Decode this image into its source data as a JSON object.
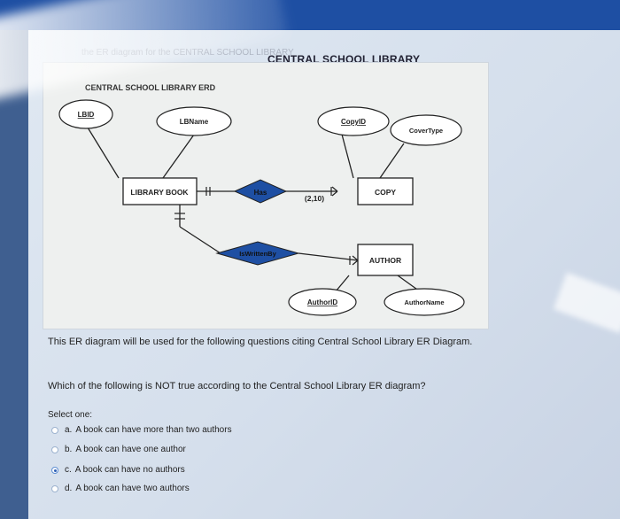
{
  "header": {
    "title": "CENTRAL SCHOOL LIBRARY",
    "faded_text": "the ER diagram for the CENTRAL SCHOOL LIBRARY"
  },
  "erd": {
    "title": "CENTRAL SCHOOL LIBRARY ERD",
    "entities": {
      "library_book": "LIBRARY BOOK",
      "copy": "COPY",
      "author": "AUTHOR"
    },
    "attributes": {
      "lbid": "LBID",
      "lbname": "LBName",
      "copyid": "CopyID",
      "covertype": "CoverType",
      "authorid": "AuthorID",
      "authorname": "AuthorName"
    },
    "relationships": {
      "has": "Has",
      "iswrittenby": "IsWrittenBy"
    },
    "cardinality": "(2,10)"
  },
  "content": {
    "caption": "This ER diagram will be used for the following questions citing Central School Library ER Diagram.",
    "question": "Which of the following is NOT true according to the Central School Library ER diagram?",
    "select_label": "Select one:",
    "options": [
      {
        "letter": "a.",
        "text": "A book can have more than two authors",
        "selected": false
      },
      {
        "letter": "b.",
        "text": "A book can have one author",
        "selected": false
      },
      {
        "letter": "c.",
        "text": "A book can have no authors",
        "selected": true
      },
      {
        "letter": "d.",
        "text": "A book can have two authors",
        "selected": false
      }
    ]
  },
  "colors": {
    "accent": "#1e4fa3",
    "diamond_fill": "#1e4fa3",
    "radio_selected": "#2d5fb4"
  }
}
